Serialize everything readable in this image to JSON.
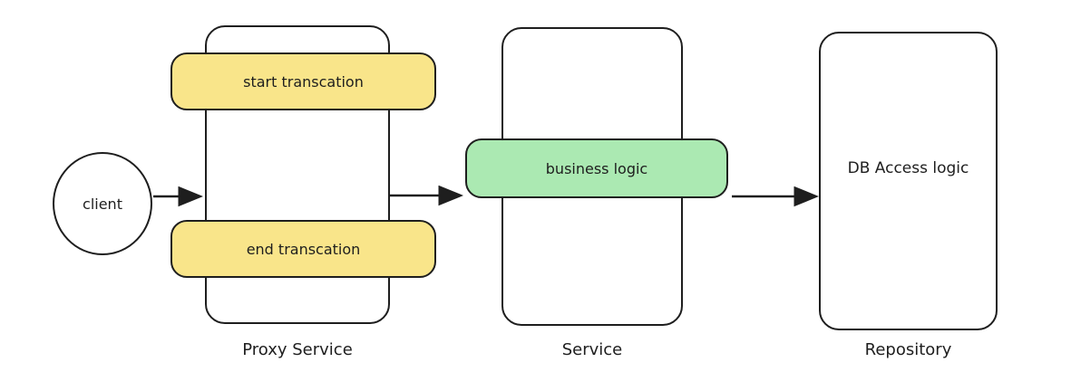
{
  "diagram": {
    "client": {
      "label": "client"
    },
    "proxy": {
      "title": "Proxy Service",
      "start_box_label": "start transcation",
      "end_box_label": "end transcation"
    },
    "service": {
      "title": "Service",
      "business_box_label": "business logic"
    },
    "repository": {
      "title": "Repository",
      "content_text": "DB Access logic"
    },
    "arrows": [
      {
        "name": "client-to-proxy"
      },
      {
        "name": "proxy-to-service"
      },
      {
        "name": "service-to-repository"
      }
    ],
    "colors": {
      "yellow_fill": "#f9e58a",
      "green_fill": "#abe9b2",
      "stroke": "#1e1e1e",
      "background": "#ffffff"
    }
  }
}
